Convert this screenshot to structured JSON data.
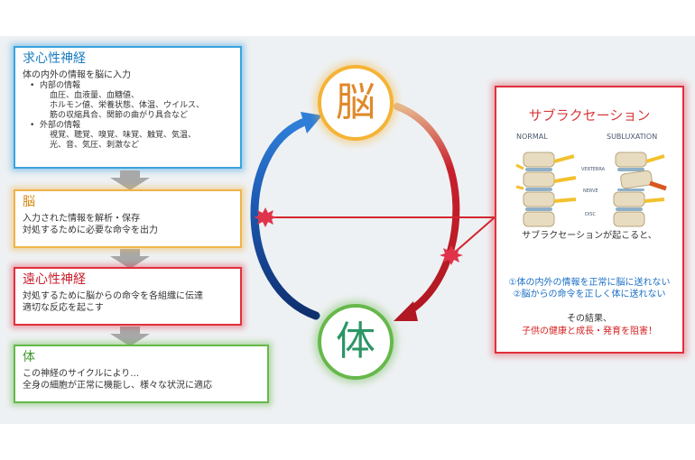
{
  "afferent": {
    "title": "求心性神経",
    "line1": "体の内外の情報を脳に入力",
    "internal_label": "内部の情報",
    "internal_lines": [
      "血圧、血液量、血糖値、",
      "ホルモン値、栄養状態、体温、ウイルス、",
      "筋の収縮具合、関節の曲がり具合など"
    ],
    "external_label": "外部の情報",
    "external_lines": [
      "視覚、聴覚、嗅覚、味覚、触覚、気温、",
      "光、音、気圧、刺激など"
    ]
  },
  "brain_box": {
    "title": "脳",
    "line1": "入力された情報を解析・保存",
    "line2": "対処するために必要な命令を出力"
  },
  "efferent": {
    "title": "遠心性神経",
    "line1": "対処するために脳からの命令を各組織に伝達",
    "line2": "適切な反応を起こす"
  },
  "body_box": {
    "title": "体",
    "line1": "この神経のサイクルにより…",
    "line2": "全身の細胞が正常に機能し、様々な状況に適応"
  },
  "cycle": {
    "brain": "脳",
    "body": "体"
  },
  "subluxation": {
    "title": "サブラクセーション",
    "normal_label": "NORMAL",
    "sub_label": "SUBLUXATION",
    "vertebra_label": "VERTEBRA",
    "nerve_label": "NERVE",
    "disc_label": "DISC",
    "intro": "サブラクセーションが起こると、",
    "effect1": "①体の内外の情報を正常に脳に送れない",
    "effect2": "②脳からの命令を正しく体に送れない",
    "result": "その結果、",
    "conclusion": "子供の健康と成長・発育を阻害！"
  },
  "colors": {
    "afferent_blue": "#1a4f9c",
    "efferent_red": "#c8202d",
    "brain_orange": "#f5b335",
    "body_green": "#66b84a",
    "text_blue": "#1a6fc4",
    "text_red": "#d62020"
  }
}
